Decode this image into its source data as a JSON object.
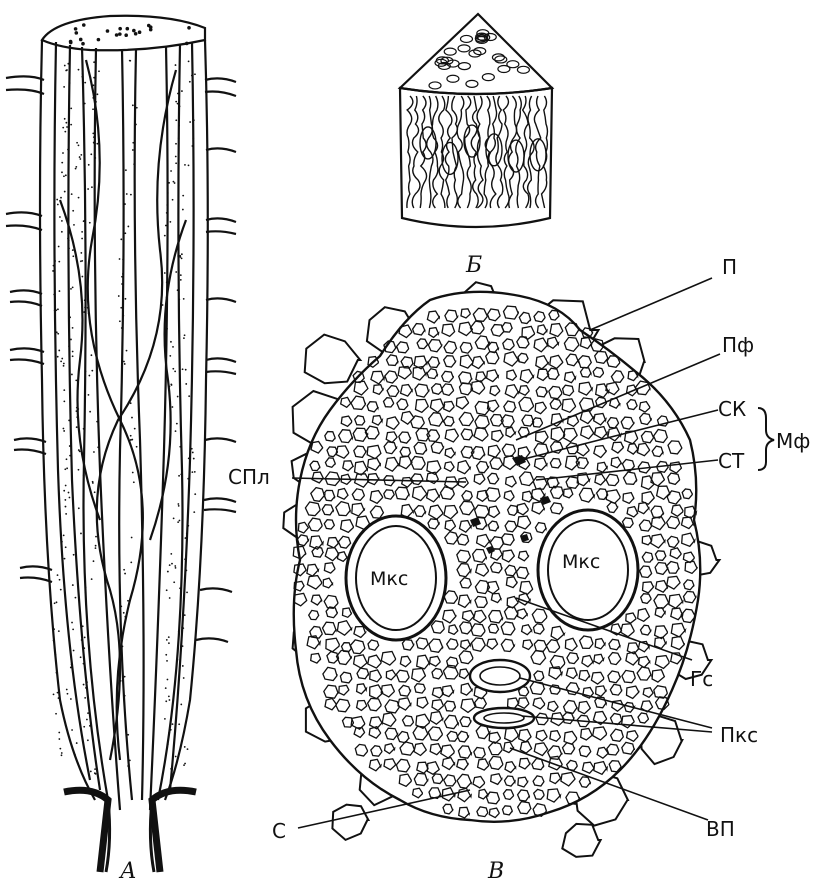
{
  "panels": {
    "a": "А",
    "b": "Б",
    "c": "В"
  },
  "labels": {
    "p": "П",
    "pf": "Пф",
    "sk": "СК",
    "st": "СТ",
    "mf": "Мф",
    "spl": "СПл",
    "mks_left": "Мкс",
    "mks_right": "Мкс",
    "gs": "Гс",
    "pks": "Пкс",
    "s": "С",
    "vp": "ВП"
  },
  "colors": {
    "ink": "#111111",
    "paper": "#ffffff"
  }
}
